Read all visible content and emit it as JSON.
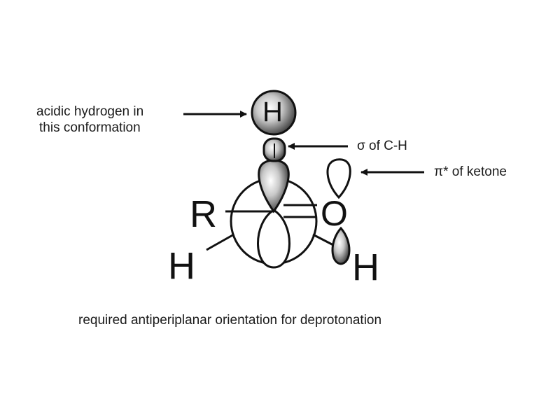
{
  "labels": {
    "acidic_hydrogen_line1": "acidic hydrogen in",
    "acidic_hydrogen_line2": "this conformation",
    "sigma_ch": "σ of C-H",
    "pi_star_ketone": "π* of ketone",
    "caption": "required antiperiplanar orientation for deprotonation"
  },
  "atoms": {
    "top_h": "H",
    "r_group": "R",
    "left_h": "H",
    "oxygen": "O",
    "right_h": "H"
  },
  "colors": {
    "background": "#ffffff",
    "line": "#111111",
    "shaded_lobe": "#9a9a9a"
  }
}
